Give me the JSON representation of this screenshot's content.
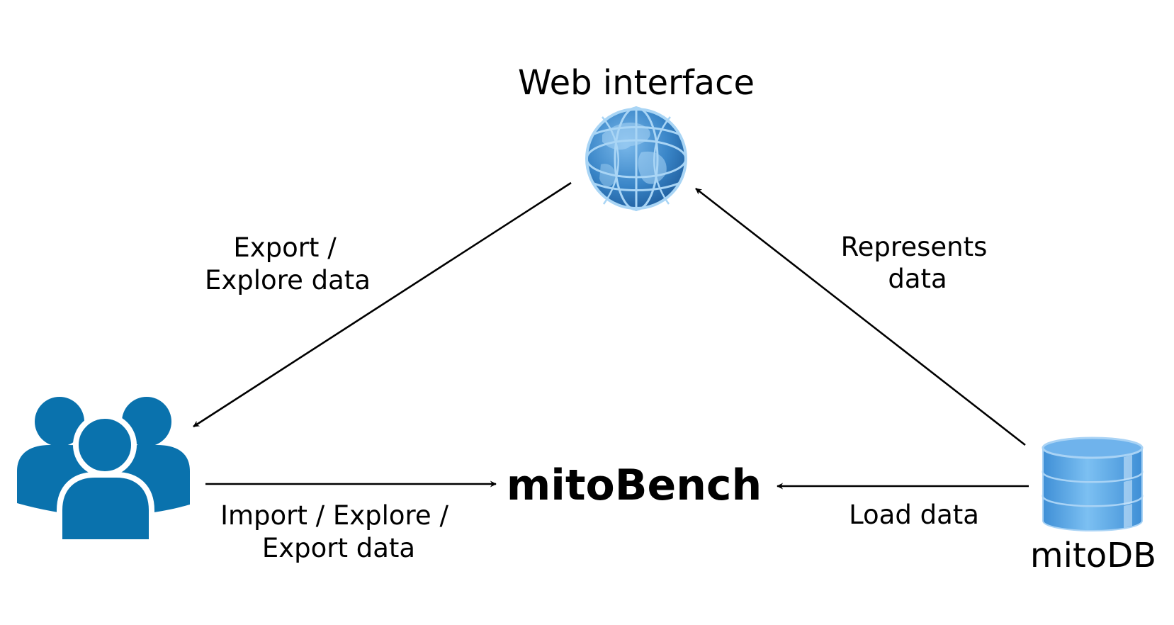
{
  "nodes": {
    "web_interface": {
      "label": "Web interface",
      "icon": "globe-icon"
    },
    "users": {
      "icon": "users-group-icon"
    },
    "mitobench": {
      "label": "mitoBench"
    },
    "mitodb": {
      "label": "mitoDB",
      "icon": "database-icon"
    }
  },
  "edges": {
    "web_to_users": {
      "line1": "Export /",
      "line2": "Explore data"
    },
    "mitodb_to_web": {
      "line1": "Represents",
      "line2": "data"
    },
    "users_to_mitobench": {
      "line1": "Import / Explore /",
      "line2": "Export data"
    },
    "mitodb_to_mitobench": {
      "line1": "Load data"
    }
  },
  "colors": {
    "users_blue": "#0a72ad",
    "globe_blue": "#3a86c8",
    "globe_light": "#a9d5f5",
    "database_blue": "#4f9de0",
    "database_light": "#a9d3f5",
    "arrow": "#000000"
  }
}
